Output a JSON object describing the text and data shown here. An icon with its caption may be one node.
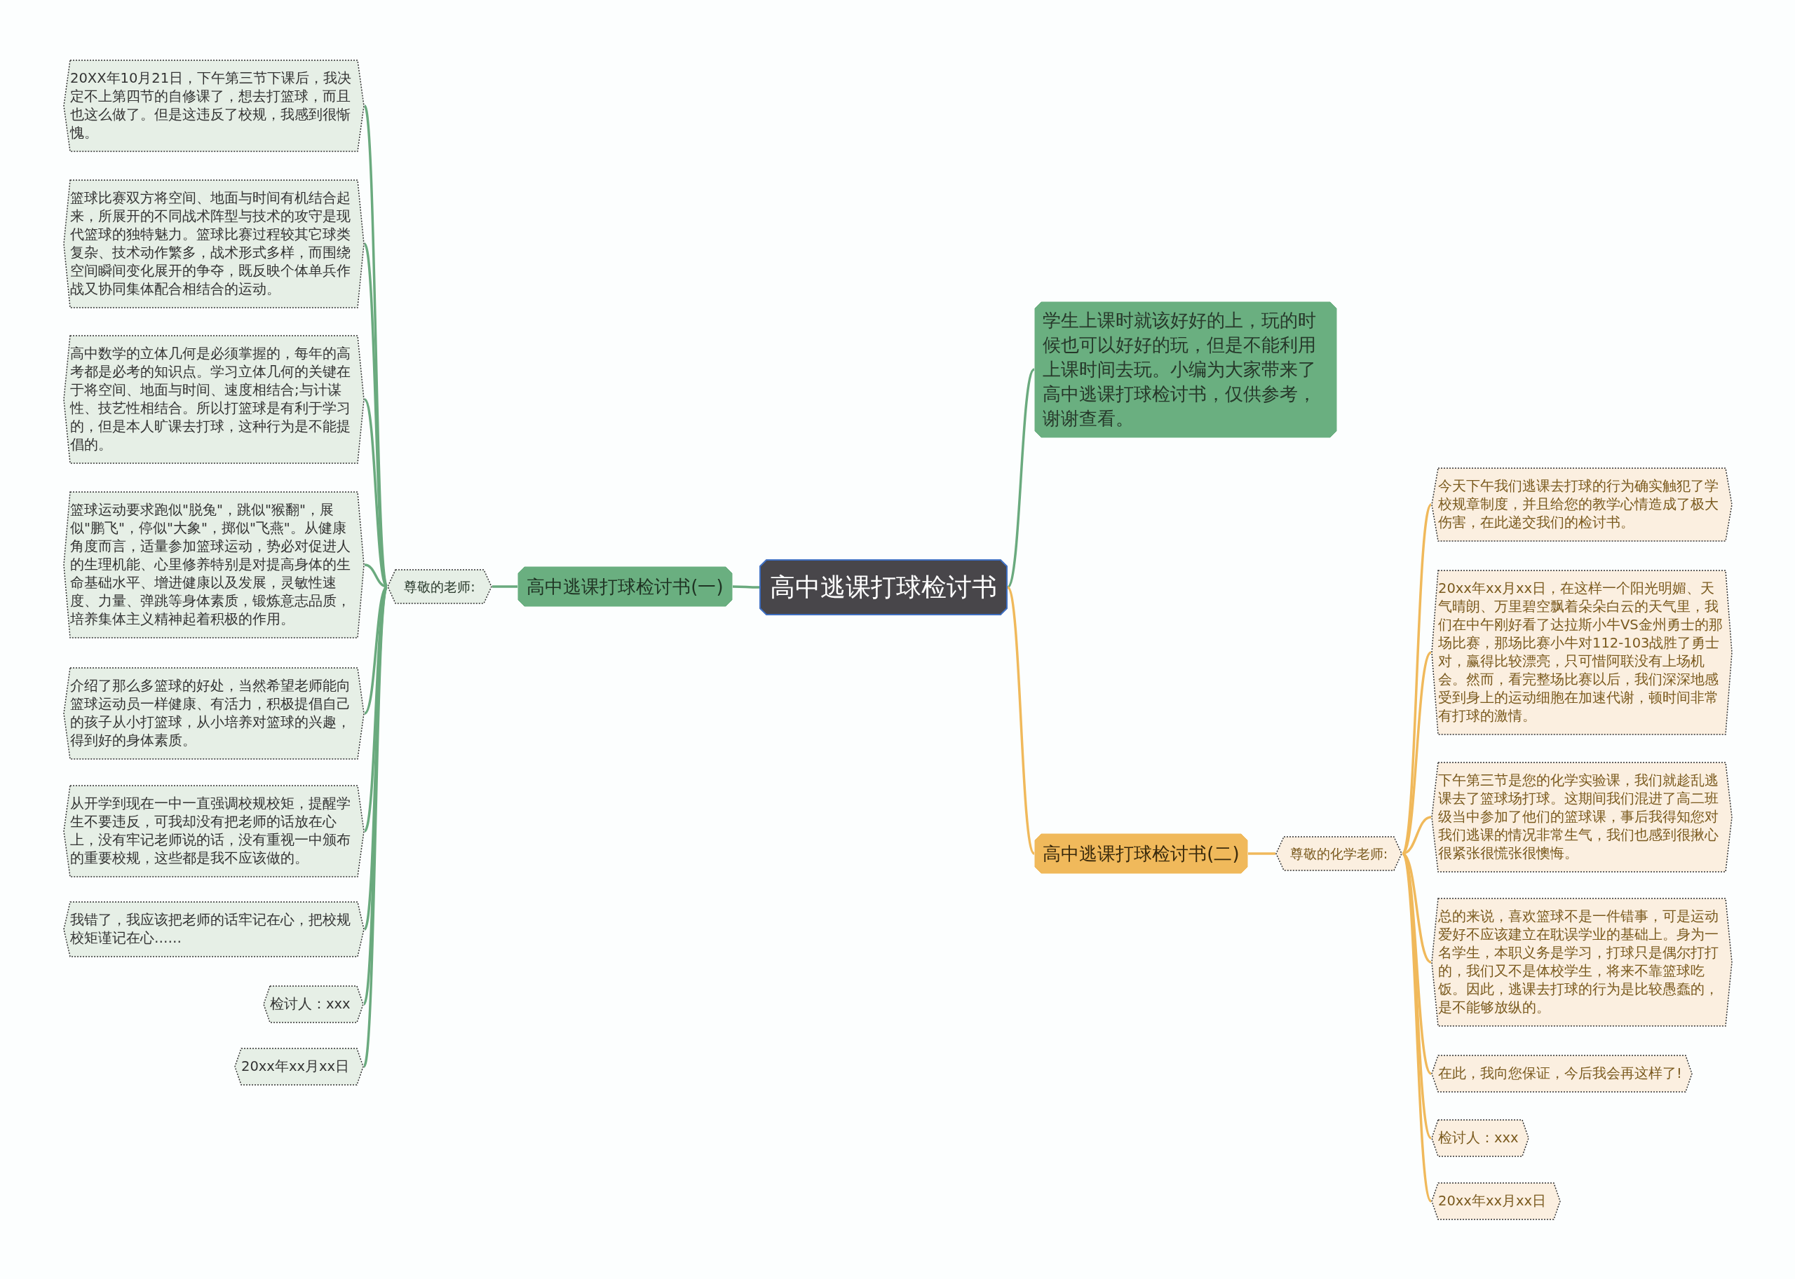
{
  "diagram": {
    "nodes": [
      {
        "text": [
          "高中逃课打球检讨书"
        ]
      },
      {
        "text": [
          "学生上课时就该好好的上，玩的时候也可以好好的玩，但是不能利用上课时间去玩。小编为大家带来了高中逃课打球检讨书，仅供参考，谢谢查看。"
        ]
      },
      {
        "text": [
          "高中逃课打球检讨书(一)"
        ]
      },
      {
        "text": [
          "尊敬的老师:"
        ]
      },
      {
        "text": [
          "20XX年10月21日，下午第三节下课后，我决定不上第四节的自修课了，想去打篮球，而且也这么做了。但是这违反了校规，我感到很惭愧。"
        ]
      },
      {
        "text": [
          "篮球比赛双方将空间、地面与时间有机结合起来，所展开的不同战术阵型与技术的攻守是现代篮球的独特魅力。篮球比赛过程较其它球类复杂、技术动作繁多，战术形式多样，而围绕空间瞬间变化展开的争夺，既反映个体单兵作战又协同集体配合相结合的运动。"
        ]
      },
      {
        "text": [
          "高中数学的立体几何是必须掌握的，每年的高考都是必考的知识点。学习立体几何的关键在于将空间、地面与时间、速度相结合;与计谋性、技艺性相结合。所以打篮球是有利于学习的，但是本人旷课去打球，这种行为是不能提倡的。"
        ]
      },
      {
        "text": [
          "篮球运动要求跑似\"脱兔\"，跳似\"猴翻\"，展似\"鹏飞\"，停似\"大象\"，掷似\"飞燕\"。从健康角度而言，适量参加篮球运动，势必对促进人的生理机能、心里修养特别是对提高身体的生命基础水平、增进健康以及发展，灵敏性速度、力量、弹跳等身体素质，锻炼意志品质，培养集体主义精神起着积极的作用。"
        ]
      },
      {
        "text": [
          "介绍了那么多篮球的好处，当然希望老师能向篮球运动员一样健康、有活力，积极提倡自己的孩子从小打篮球，从小培养对篮球的兴趣，得到好的身体素质。"
        ]
      },
      {
        "text": [
          "从开学到现在一中一直强调校规校矩，提醒学生不要违反，可我却没有把老师的话放在心上，没有牢记老师说的话，没有重视一中颁布的重要校规，这些都是我不应该做的。"
        ]
      },
      {
        "text": [
          "我错了，我应该把老师的话牢记在心，把校规校矩谨记在心……"
        ]
      },
      {
        "text": [
          "检讨人：xxx"
        ]
      },
      {
        "text": [
          "20xx年xx月xx日"
        ]
      },
      {
        "text": [
          "高中逃课打球检讨书(二)"
        ]
      },
      {
        "text": [
          "尊敬的化学老师:"
        ]
      },
      {
        "text": [
          "今天下午我们逃课去打球的行为确实触犯了学校规章制度，并且给您的教学心情造成了极大伤害，在此递交我们的检讨书。"
        ]
      },
      {
        "text": [
          "20xx年xx月xx日，在这样一个阳光明媚、天气晴朗、万里碧空飘着朵朵白云的天气里，我们在中午刚好看了达拉斯小牛VS金州勇士的那场比赛，那场比赛小牛对112-103战胜了勇士对，赢得比较漂亮，只可惜阿联没有上场机会。然而，看完整场比赛以后，我们深深地感受到身上的运动细胞在加速代谢，顿时间非常有打球的激情。"
        ]
      },
      {
        "text": [
          "下午第三节是您的化学实验课，我们就趁乱逃课去了篮球场打球。这期间我们混进了高二班级当中参加了他们的篮球课，事后我得知您对我们逃课的情况非常生气，我们也感到很揪心很紧张很慌张很懊悔。"
        ]
      },
      {
        "text": [
          "总的来说，喜欢篮球不是一件错事，可是运动爱好不应该建立在耽误学业的基础上。身为一名学生，本职义务是学习，打球只是偶尔打打的，我们又不是体校学生，将来不靠篮球吃饭。因此，逃课去打球的行为是比较愚蠢的，是不能够放纵的。"
        ]
      },
      {
        "text": [
          "在此，我向您保证，今后我会再这样了!"
        ]
      },
      {
        "text": [
          "检讨人：xxx"
        ]
      },
      {
        "text": [
          "20xx年xx月xx日"
        ]
      }
    ],
    "edges": [
      {
        "from": 0,
        "to": 1,
        "arrow": "none"
      },
      {
        "from": 0,
        "to": 2,
        "arrow": "none"
      },
      {
        "from": 0,
        "to": 13,
        "arrow": "none",
        "color": "#f0b95b"
      },
      {
        "from": 2,
        "to": 3,
        "arrow": "none"
      },
      {
        "from": 3,
        "to": 4,
        "arrow": "none"
      },
      {
        "from": 3,
        "to": 5,
        "arrow": "none"
      },
      {
        "from": 3,
        "to": 6,
        "arrow": "none"
      },
      {
        "from": 3,
        "to": 7,
        "arrow": "none"
      },
      {
        "from": 3,
        "to": 8,
        "arrow": "none"
      },
      {
        "from": 3,
        "to": 9,
        "arrow": "none"
      },
      {
        "from": 3,
        "to": 10,
        "arrow": "none"
      },
      {
        "from": 3,
        "to": 11,
        "arrow": "none"
      },
      {
        "from": 3,
        "to": 12,
        "arrow": "none"
      },
      {
        "from": 13,
        "to": 14,
        "arrow": "none",
        "color": "#f0b95b"
      },
      {
        "from": 14,
        "to": 15,
        "arrow": "none",
        "color": "#f0b95b"
      },
      {
        "from": 14,
        "to": 16,
        "arrow": "none",
        "color": "#f0b95b"
      },
      {
        "from": 14,
        "to": 17,
        "arrow": "none",
        "color": "#f0b95b"
      },
      {
        "from": 14,
        "to": 18,
        "arrow": "none",
        "color": "#f0b95b"
      },
      {
        "from": 14,
        "to": 19,
        "arrow": "none",
        "color": "#f0b95b"
      },
      {
        "from": 14,
        "to": 20,
        "arrow": "none",
        "color": "#f0b95b"
      },
      {
        "from": 14,
        "to": 21,
        "arrow": "none",
        "color": "#f0b95b"
      }
    ]
  }
}
